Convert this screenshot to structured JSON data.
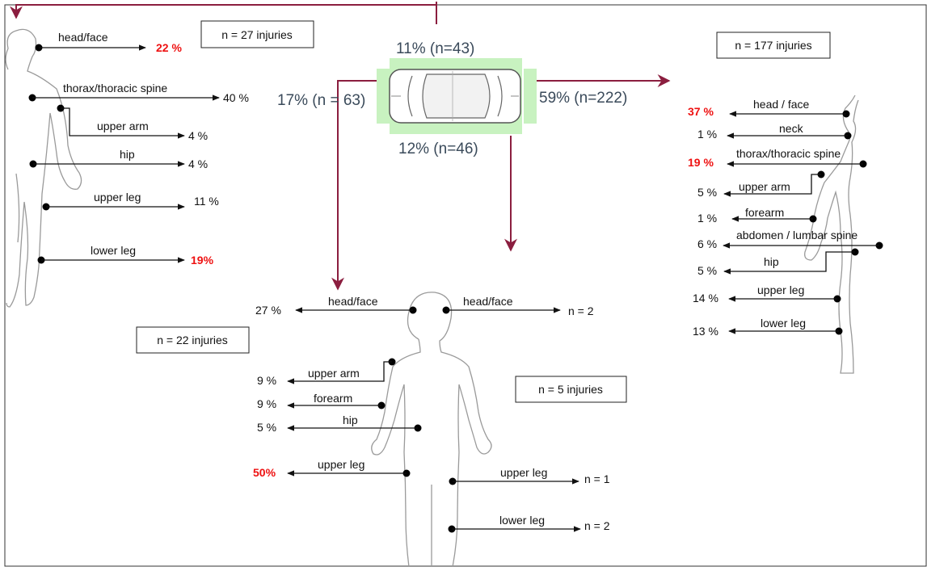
{
  "colors": {
    "arrow": "#8b1e3f",
    "highlight": "#ee1111",
    "car_zone": "#c8f2c0"
  },
  "car": {
    "front": "11% (n=43)",
    "left": "17% (n = 63)",
    "right": "59% (n=222)",
    "rear": "12% (n=46)"
  },
  "front_group": {
    "count": "n = 27 injuries",
    "rows": [
      {
        "label": "head/face",
        "value": "22 %",
        "highlight": true
      },
      {
        "label": "thorax/thoracic spine",
        "value": "40 %",
        "highlight": false
      },
      {
        "label": "upper arm",
        "value": "4 %",
        "highlight": false
      },
      {
        "label": "hip",
        "value": "4 %",
        "highlight": false
      },
      {
        "label": "upper leg",
        "value": "11 %",
        "highlight": false
      },
      {
        "label": "lower leg",
        "value": "19%",
        "highlight": true
      }
    ]
  },
  "right_group": {
    "count": "n = 177 injuries",
    "rows": [
      {
        "label": "head / face",
        "value": "37 %",
        "highlight": true
      },
      {
        "label": "neck",
        "value": "1 %",
        "highlight": false
      },
      {
        "label": "thorax/thoracic spine",
        "value": "19 %",
        "highlight": true
      },
      {
        "label": "upper arm",
        "value": "5 %",
        "highlight": false
      },
      {
        "label": "forearm",
        "value": "1 %",
        "highlight": false
      },
      {
        "label": "abdomen / lumbar spine",
        "value": "6 %",
        "highlight": false
      },
      {
        "label": "hip",
        "value": "5 %",
        "highlight": false
      },
      {
        "label": "upper leg",
        "value": "14 %",
        "highlight": false
      },
      {
        "label": "lower leg",
        "value": "13 %",
        "highlight": false
      }
    ]
  },
  "left_group": {
    "count": "n = 22 injuries",
    "rows": [
      {
        "label": "head/face",
        "value": "27 %",
        "highlight": false
      },
      {
        "label": "upper arm",
        "value": "9 %",
        "highlight": false
      },
      {
        "label": "forearm",
        "value": "9 %",
        "highlight": false
      },
      {
        "label": "hip",
        "value": "5 %",
        "highlight": false
      },
      {
        "label": "upper leg",
        "value": "50%",
        "highlight": true
      }
    ]
  },
  "rear_group": {
    "count": "n = 5 injuries",
    "rows": [
      {
        "label": "head/face",
        "value": "n = 2",
        "highlight": false
      },
      {
        "label": "upper leg",
        "value": "n = 1",
        "highlight": false
      },
      {
        "label": "lower leg",
        "value": "n = 2",
        "highlight": false
      }
    ]
  }
}
